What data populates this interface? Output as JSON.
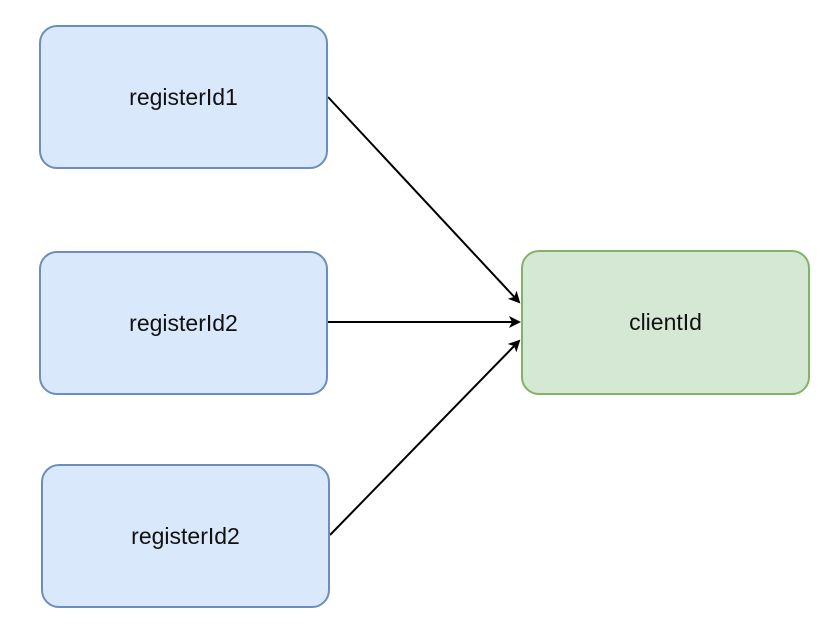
{
  "diagram": {
    "nodes": [
      {
        "id": "n1",
        "label": "registerId1",
        "color": "#dae8fc",
        "border": "#6c8ebf"
      },
      {
        "id": "n2",
        "label": "registerId2",
        "color": "#dae8fc",
        "border": "#6c8ebf"
      },
      {
        "id": "n3",
        "label": "registerId2",
        "color": "#dae8fc",
        "border": "#6c8ebf"
      },
      {
        "id": "n4",
        "label": "clientId",
        "color": "#d5e8d4",
        "border": "#82b366"
      }
    ],
    "edges": [
      {
        "from": "n1",
        "to": "n4"
      },
      {
        "from": "n2",
        "to": "n4"
      },
      {
        "from": "n3",
        "to": "n4"
      }
    ]
  }
}
